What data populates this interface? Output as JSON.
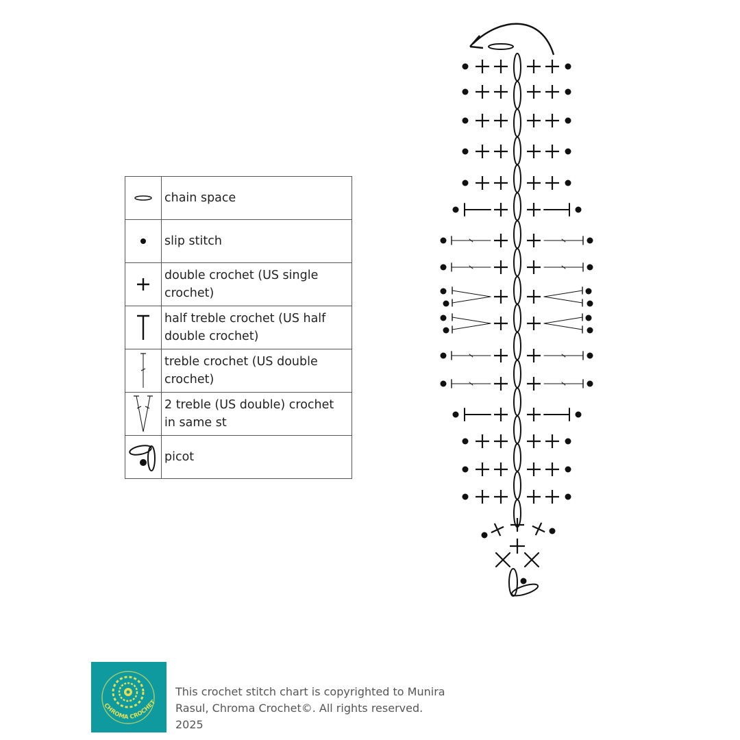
{
  "legend": {
    "rows": [
      {
        "symbol": "chain-space",
        "label": "chain space"
      },
      {
        "symbol": "slip-stitch",
        "label": "slip stitch"
      },
      {
        "symbol": "double-crochet",
        "label": "double crochet (US single crochet)"
      },
      {
        "symbol": "half-treble",
        "label": "half treble crochet (US half double crochet)"
      },
      {
        "symbol": "treble",
        "label": "treble crochet (US double crochet)"
      },
      {
        "symbol": "two-treble",
        "label": "2 treble (US double) crochet in same st"
      },
      {
        "symbol": "picot",
        "label": "picot"
      }
    ]
  },
  "diagram": {
    "rows_top_to_bottom": [
      "dc",
      "dc",
      "dc",
      "dc",
      "dc",
      "htr",
      "tr",
      "tr",
      "2tr",
      "2tr",
      "tr",
      "tr",
      "htr",
      "dc",
      "dc",
      "dc"
    ],
    "foundation": [
      "dc-increase",
      "dc",
      "dc-pair",
      "picot"
    ]
  },
  "footer": {
    "logo_text": "CHROMA CROCHET",
    "copyright": "This crochet stitch chart is copyrighted to Munira Rasul, Chroma Crochet©.  All rights reserved. 2025"
  }
}
